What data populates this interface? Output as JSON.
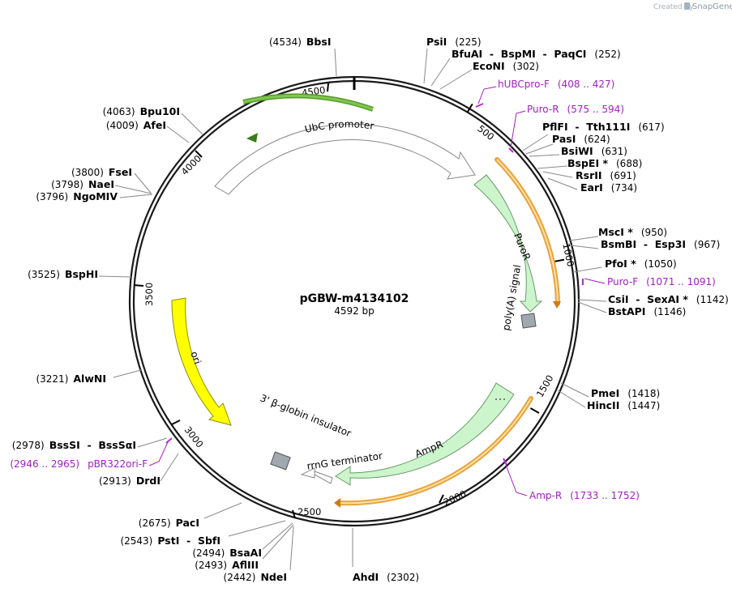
{
  "watermark": {
    "created_by": "Created by",
    "brand": "SnapGene"
  },
  "plasmid": {
    "name": "pGBW-m4134102",
    "length_text": "4592 bp"
  },
  "ticks": [
    {
      "label": "500"
    },
    {
      "label": "1000"
    },
    {
      "label": "1500"
    },
    {
      "label": "2000"
    },
    {
      "label": "2500"
    },
    {
      "label": "3000"
    },
    {
      "label": "3500"
    },
    {
      "label": "4000"
    },
    {
      "label": "4500"
    }
  ],
  "features": [
    {
      "label": "UbC promoter",
      "color": "#ffffff"
    },
    {
      "label": "PuroR",
      "color": "#ccf5cc"
    },
    {
      "label": "poly(A) signal",
      "color": "#a0a8b0"
    },
    {
      "label": "AmpR",
      "color": "#ccf5cc"
    },
    {
      "label": "rrnG terminator",
      "color": "#ffffff"
    },
    {
      "label": "3' β-globin insulator",
      "color": "#a0a8b0"
    },
    {
      "label": "ori",
      "color": "#ffff00"
    }
  ],
  "primers": [
    {
      "name": "hUBCpro-F",
      "range": "(408 .. 427)"
    },
    {
      "name": "Puro-R",
      "range": "(575 .. 594)"
    },
    {
      "name": "Puro-F",
      "range": "(1071 .. 1091)"
    },
    {
      "name": "Amp-R",
      "range": "(1733 .. 1752)"
    },
    {
      "name": "pBR322ori-F",
      "range": "(2946 .. 2965)"
    }
  ],
  "sites": [
    {
      "name": "BbsI",
      "pos": "(4534)"
    },
    {
      "name": "PsiI",
      "pos": "(225)"
    },
    {
      "name": "BfuAI  -  BspMI  -  PaqCI",
      "pos": "(252)"
    },
    {
      "name": "EcoNI",
      "pos": "(302)"
    },
    {
      "name": "PflFI  -  Tth111I",
      "pos": "(617)"
    },
    {
      "name": "PasI",
      "pos": "(624)"
    },
    {
      "name": "BsiWI",
      "pos": "(631)"
    },
    {
      "name": "BspEI *",
      "pos": "(688)"
    },
    {
      "name": "RsrII",
      "pos": "(691)"
    },
    {
      "name": "EarI",
      "pos": "(734)"
    },
    {
      "name": "MscI *",
      "pos": "(950)"
    },
    {
      "name": "BsmBI  -  Esp3I",
      "pos": "(967)"
    },
    {
      "name": "PfoI *",
      "pos": "(1050)"
    },
    {
      "name": "CsiI  -  SexAI *",
      "pos": "(1142)"
    },
    {
      "name": "BstAPI",
      "pos": "(1146)"
    },
    {
      "name": "PmeI",
      "pos": "(1418)"
    },
    {
      "name": "HincII",
      "pos": "(1447)"
    },
    {
      "name": "AhdI",
      "pos": "(2302)"
    },
    {
      "name": "NdeI",
      "pos": "(2442)"
    },
    {
      "name": "AflIII",
      "pos": "(2493)"
    },
    {
      "name": "BsaAI",
      "pos": "(2494)"
    },
    {
      "name": "PstI  -  SbfI",
      "pos": "(2543)"
    },
    {
      "name": "PacI",
      "pos": "(2675)"
    },
    {
      "name": "DrdI",
      "pos": "(2913)"
    },
    {
      "name": "BssSI  -  BssSαI",
      "pos": "(2978)"
    },
    {
      "name": "AlwNI",
      "pos": "(3221)"
    },
    {
      "name": "BspHI",
      "pos": "(3525)"
    },
    {
      "name": "NgoMIV",
      "pos": "(3796)"
    },
    {
      "name": "NaeI",
      "pos": "(3798)"
    },
    {
      "name": "FseI",
      "pos": "(3800)"
    },
    {
      "name": "AfeI",
      "pos": "(4009)"
    },
    {
      "name": "Bpu10I",
      "pos": "(4063)"
    }
  ]
}
